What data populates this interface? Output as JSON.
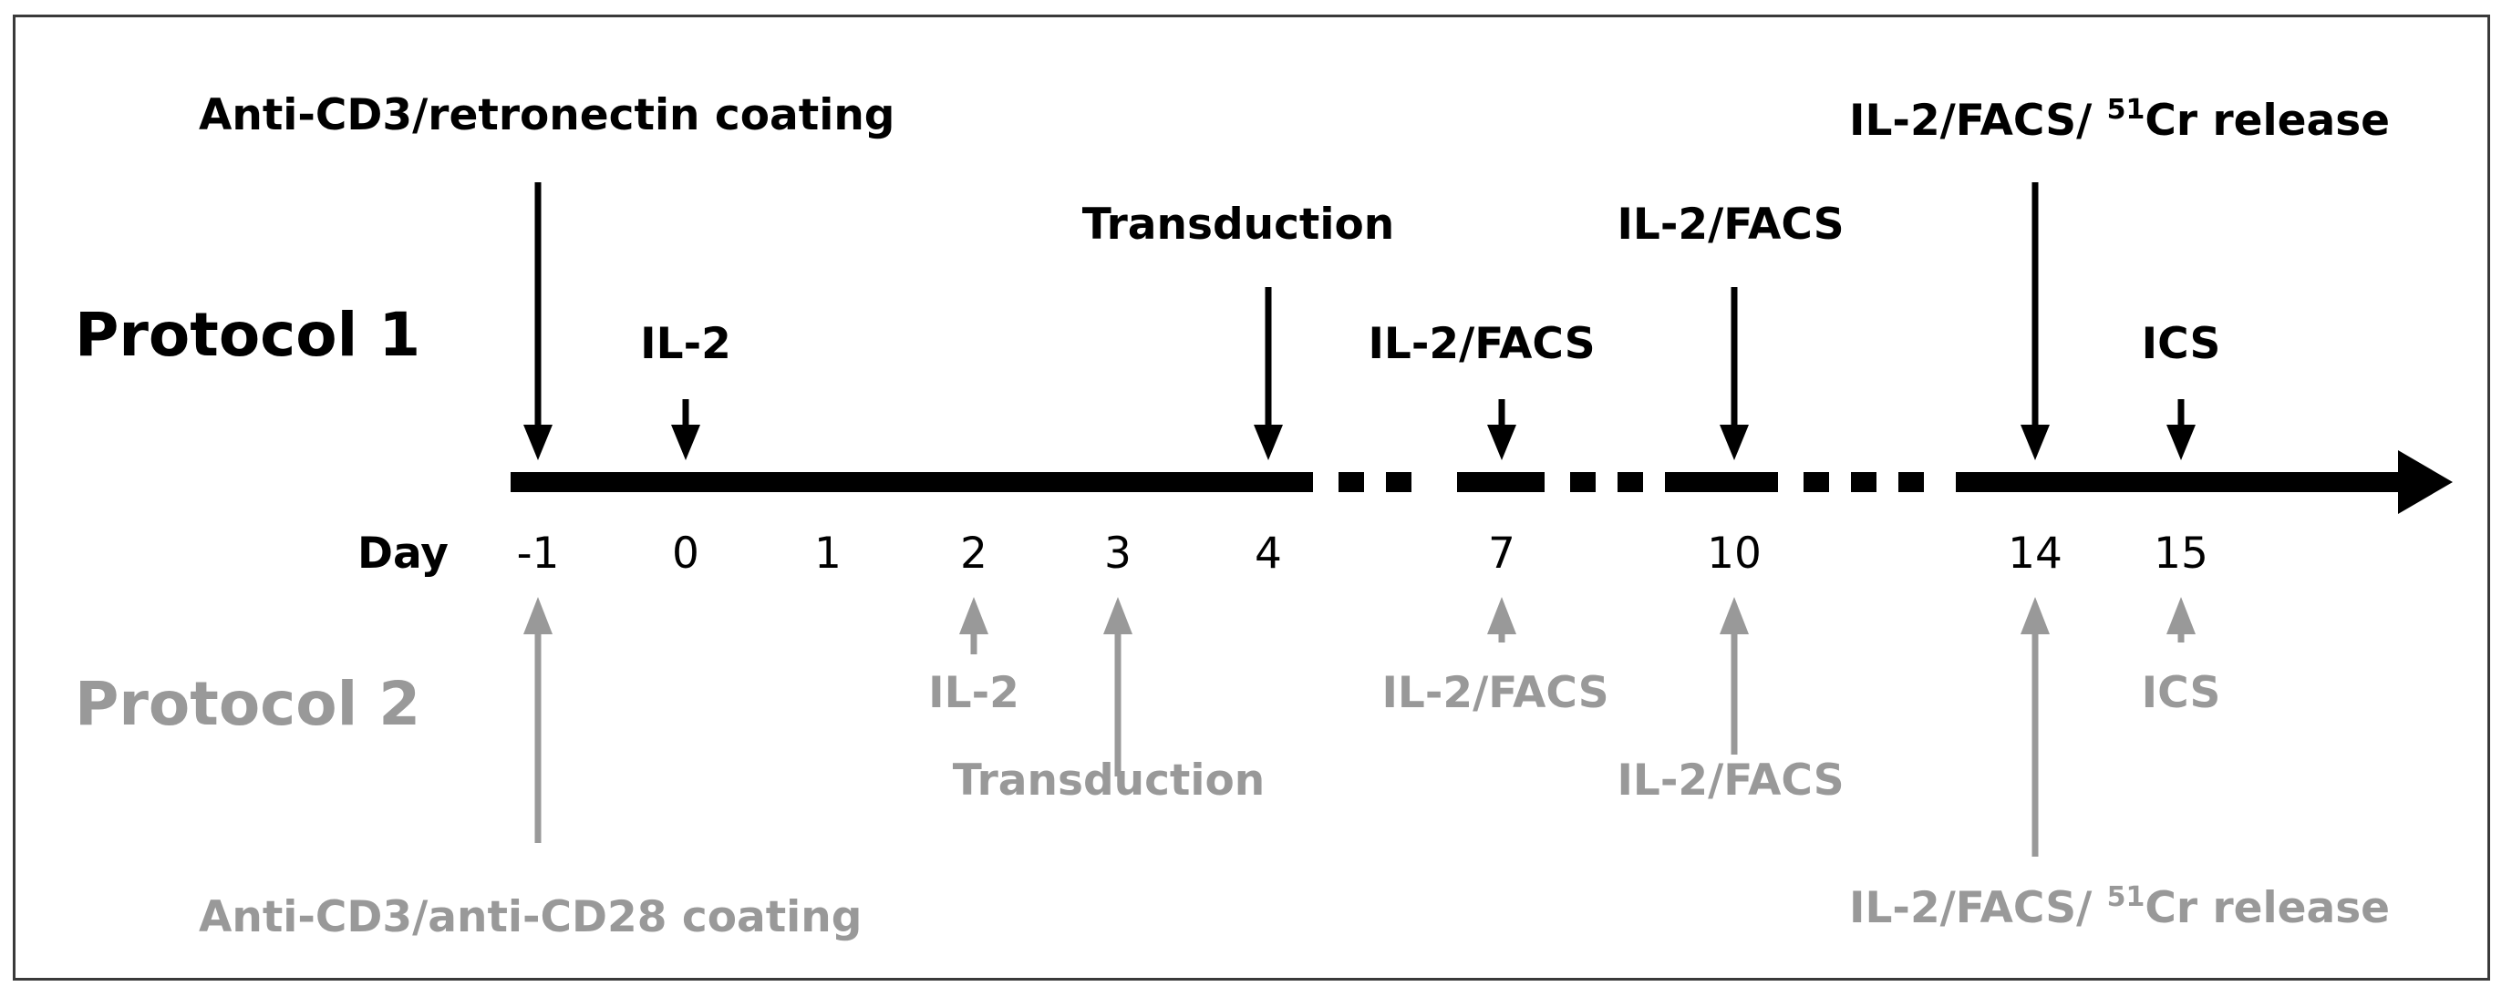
{
  "protocol1": {
    "title": "Protocol 1",
    "labels": {
      "day_m1": "Anti-CD3/retronectin coating",
      "day_0": "IL-2",
      "day_4": "Transduction",
      "day_7": "IL-2/FACS",
      "day_10": "IL-2/FACS",
      "day_14_pre": "IL-2/FACS/ ",
      "day_14_sup": "51",
      "day_14_post": "Cr release",
      "day_15": "ICS"
    }
  },
  "protocol2": {
    "title": "Protocol 2",
    "labels": {
      "day_m1": "Anti-CD3/anti-CD28 coating",
      "day_2": "IL-2",
      "day_3": "Transduction",
      "day_7": "IL-2/FACS",
      "day_10": "IL-2/FACS",
      "day_14_pre": "IL-2/FACS/ ",
      "day_14_sup": "51",
      "day_14_post": "Cr release",
      "day_15": "ICS"
    }
  },
  "timeline": {
    "day_label": "Day",
    "ticks": [
      "-1",
      "0",
      "1",
      "2",
      "3",
      "4",
      "7",
      "10",
      "14",
      "15"
    ]
  },
  "colors": {
    "protocol1": "#000000",
    "protocol2": "#999999"
  }
}
